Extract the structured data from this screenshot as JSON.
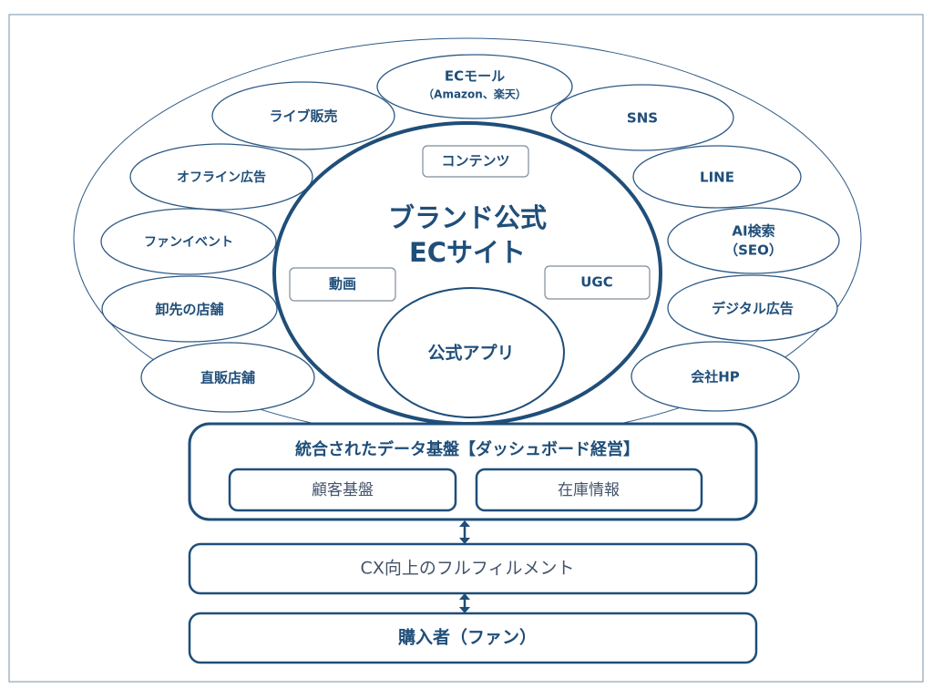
{
  "colors": {
    "primary": "#1f4e79",
    "light_text": "#44546a",
    "frame": "#8da4b8"
  },
  "channels": [
    {
      "id": "ec-mall",
      "label": "ECモール",
      "sub": "（Amazon、楽天）"
    },
    {
      "id": "live-commerce",
      "label": "ライブ販売"
    },
    {
      "id": "sns",
      "label": "SNS"
    },
    {
      "id": "offline-ads",
      "label": "オフライン広告"
    },
    {
      "id": "line",
      "label": "LINE"
    },
    {
      "id": "fan-event",
      "label": "ファンイベント"
    },
    {
      "id": "ai-search",
      "label": "AI検索",
      "sub": "（SEO）"
    },
    {
      "id": "wholesale-stores",
      "label": "卸先の店舗"
    },
    {
      "id": "digital-ads",
      "label": "デジタル広告"
    },
    {
      "id": "direct-stores",
      "label": "直販店舗"
    },
    {
      "id": "corporate-hp",
      "label": "会社HP"
    }
  ],
  "core": {
    "title_line1": "ブランド公式",
    "title_line2": "ECサイト",
    "contents": "コンテンツ",
    "video": "動画",
    "ugc": "UGC",
    "app": "公式アプリ"
  },
  "data_platform": {
    "title": "統合されたデータ基盤【ダッシュボード経営】",
    "customer": "顧客基盤",
    "inventory": "在庫情報"
  },
  "fulfillment": "CX向上のフルフィルメント",
  "buyer": "購入者（ファン）"
}
